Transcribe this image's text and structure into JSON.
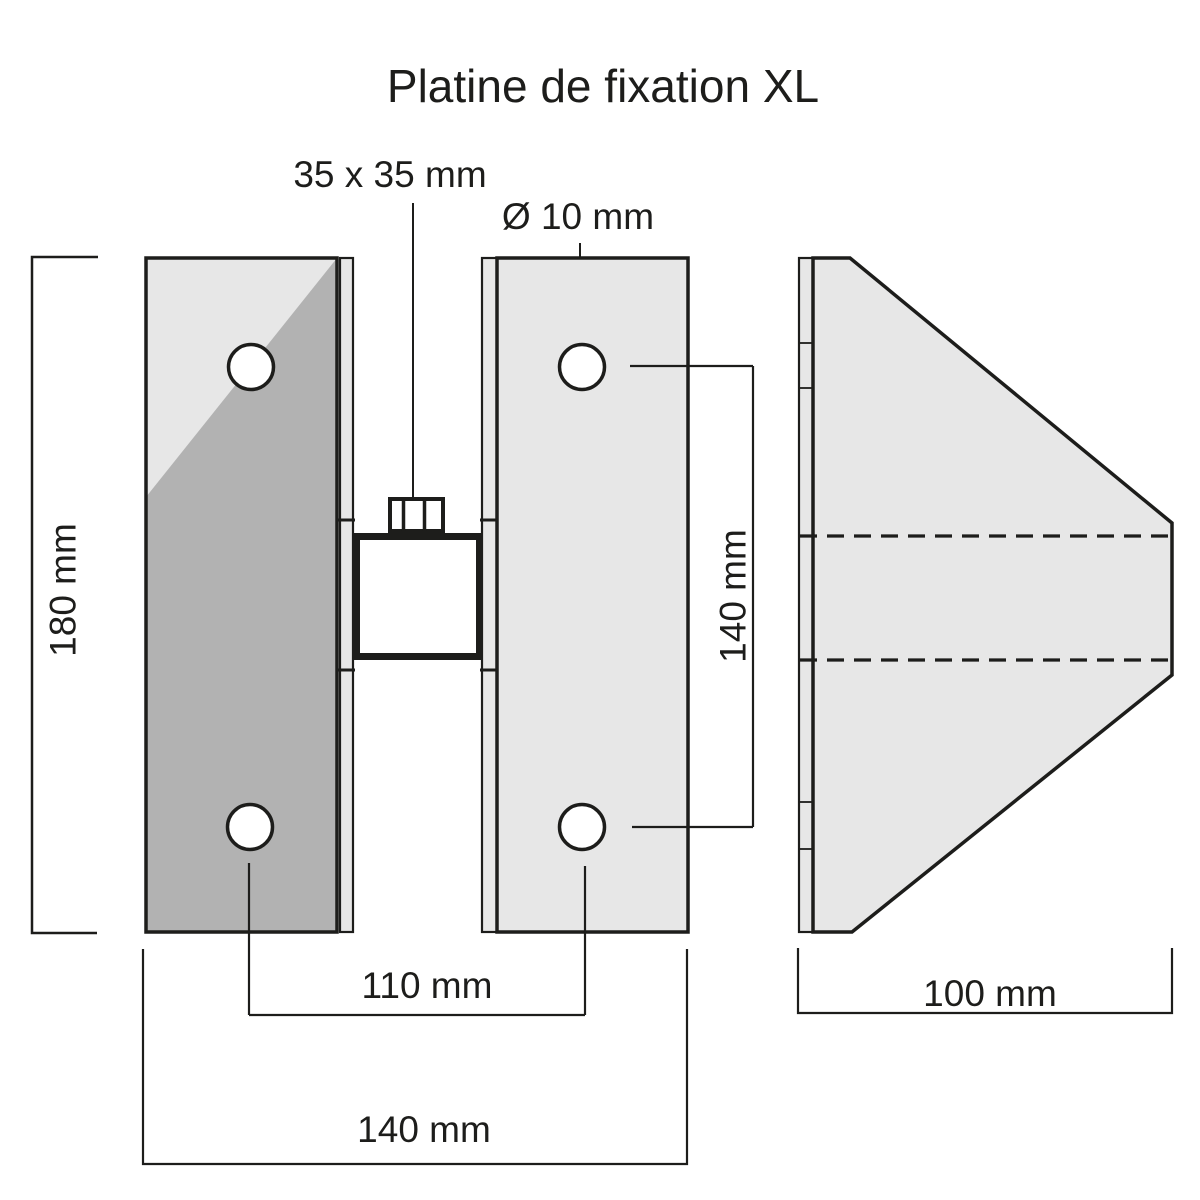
{
  "figure": {
    "title": "Platine de fixation XL",
    "type": "technical-dimension-drawing",
    "views": {
      "front_view": "fixing plate front view with square tube",
      "side_view": "fixing plate side view with triangular gusset"
    }
  },
  "dimensions": {
    "tube_section": "35 x 35 mm",
    "hole_diameter": "Ø 10 mm",
    "plate_height": "180 mm",
    "vertical_hole_spacing": "140 mm",
    "horizontal_hole_spacing": "110 mm",
    "overall_width": "140 mm",
    "gusset_depth": "100 mm"
  },
  "colors": {
    "background": "#ffffff",
    "plate_light": "#e7e7e7",
    "plate_shaded": "#b2b2b2",
    "line": "#1d1d1b",
    "hole_fill": "#ffffff"
  }
}
